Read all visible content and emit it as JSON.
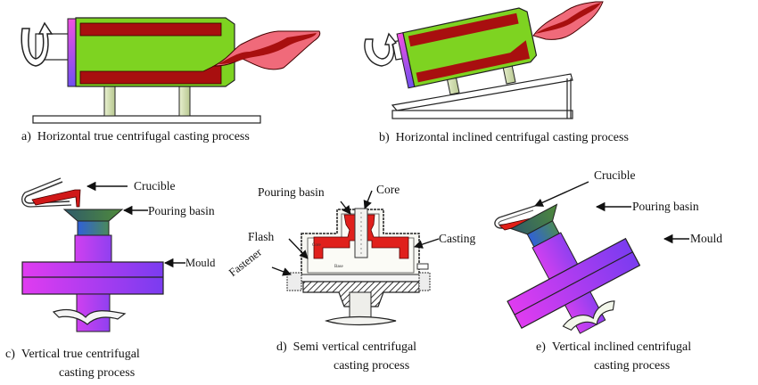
{
  "figure": {
    "panels": [
      {
        "id": "a",
        "caption_prefix": "a)",
        "caption": "Horizontal true centrifugal casting process"
      },
      {
        "id": "b",
        "caption_prefix": "b)",
        "caption": "Horizontal inclined centrifugal casting process"
      },
      {
        "id": "c",
        "caption_prefix": "c)",
        "caption_line1": "Vertical true centrifugal",
        "caption_line2": "casting process",
        "labels": {
          "crucible": "Crucible",
          "pouring_basin": "Pouring basin",
          "mould": "Mould"
        }
      },
      {
        "id": "d",
        "caption_prefix": "d)",
        "caption_line1": "Semi vertical centrifugal",
        "caption_line2": "casting process",
        "labels": {
          "pouring_basin": "Pouring basin",
          "core": "Core",
          "flash": "Flash",
          "casting": "Casting",
          "fastener": "Fastener"
        }
      },
      {
        "id": "e",
        "caption_prefix": "e)",
        "caption_line1": "Vertical inclined centrifugal",
        "caption_line2": "casting process",
        "labels": {
          "crucible": "Crucible",
          "pouring_basin": "Pouring basin",
          "mould": "Mould"
        }
      }
    ]
  },
  "colors": {
    "mould_green": "#7ed321",
    "casting_red": "#a80f0f",
    "molten_pink": "#f06a7a",
    "end_plate_magenta": "#e040e8",
    "mould_purple": "#c040f0",
    "basin_teal": "#3a7060",
    "neck_blue": "#3f6fd6",
    "section_red": "#e0201c"
  }
}
